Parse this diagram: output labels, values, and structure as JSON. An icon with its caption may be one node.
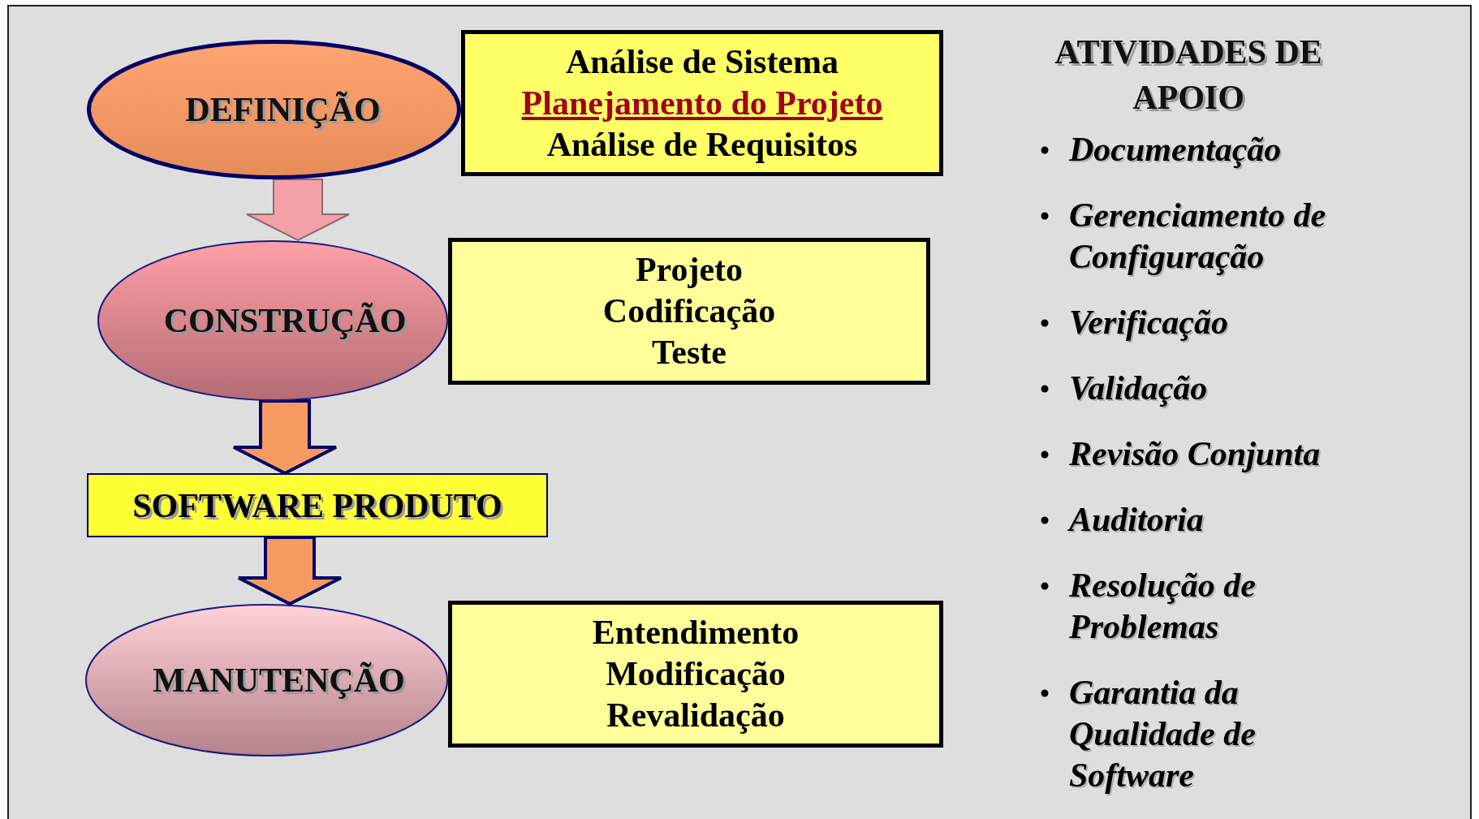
{
  "diagram": {
    "nodes": [
      {
        "text": [
          "DEFINIÇÃO"
        ]
      },
      {
        "text": [
          "Análise de Sistema",
          "Planejamento do Projeto",
          "Análise de Requisitos"
        ]
      },
      {
        "text": [
          "CONSTRUÇÃO"
        ]
      },
      {
        "text": [
          "Projeto",
          "Codificação",
          "Teste"
        ]
      },
      {
        "text": [
          "SOFTWARE PRODUTO"
        ]
      },
      {
        "text": [
          "MANUTENÇÃO"
        ]
      },
      {
        "text": [
          "Entendimento",
          "Modificação",
          "Revalidação"
        ]
      }
    ],
    "edges": [
      {
        "from": 0,
        "to": 2,
        "arrow": "to",
        "color": "#f4a0a8"
      },
      {
        "from": 2,
        "to": 4,
        "arrow": "to"
      },
      {
        "from": 4,
        "to": 5,
        "arrow": "to"
      }
    ],
    "labels": [
      "ATIVIDADES DE APOIO",
      "Documentação",
      "Gerenciamento de Configuração",
      "Verificação",
      "Validação",
      "Revisão Conjunta",
      "Auditoria",
      "Resolução de Problemas",
      "Garantia da Qualidade de Software"
    ]
  }
}
